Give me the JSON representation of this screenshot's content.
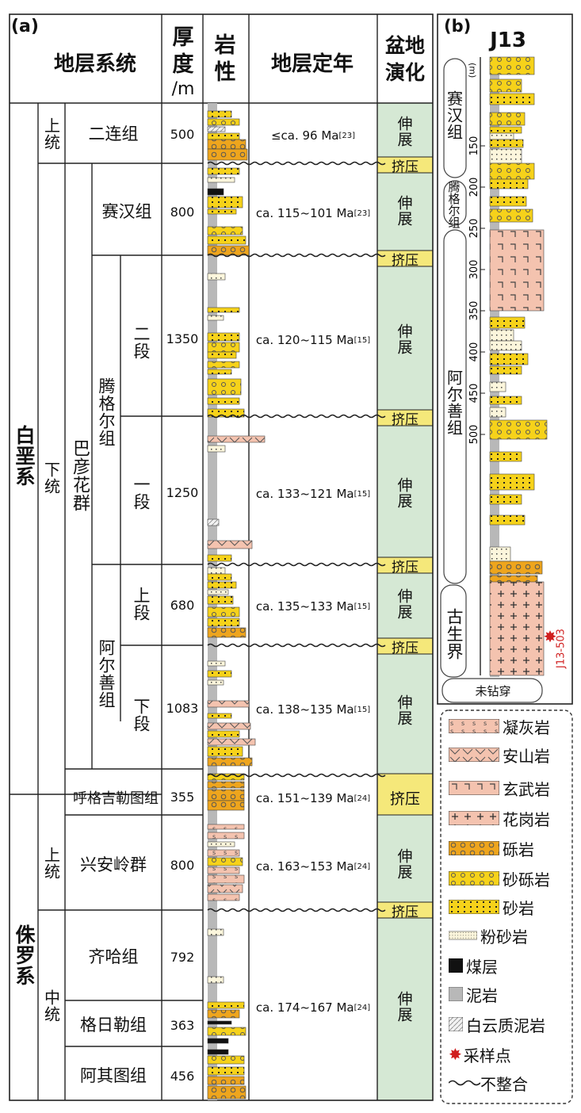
{
  "panel_a": {
    "label": "(a)",
    "headers": {
      "strat_system": "地层系统",
      "thickness_1": "厚",
      "thickness_2": "度",
      "thickness_3": "/m",
      "lithology_1": "岩",
      "lithology_2": "性",
      "age": "地层定年",
      "basin_1": "盆地",
      "basin_2": "演化"
    },
    "systems": [
      "白垩系",
      "侏罗系"
    ],
    "series": [
      "上统",
      "下统",
      "上统",
      "中统"
    ],
    "groups": [
      "巴彦花群"
    ],
    "formations": [
      "二连组",
      "赛汉组",
      "腾格尔组",
      "阿尔善组",
      "呼格吉勒图组",
      "兴安岭群",
      "齐哈组",
      "格日勒组",
      "阿其图组"
    ],
    "members": [
      "二段",
      "一段",
      "上段",
      "下段"
    ],
    "thickness": [
      "500",
      "800",
      "1350",
      "1250",
      "680",
      "1083",
      "355",
      "800",
      "792",
      "363",
      "456"
    ],
    "ages": [
      {
        "text": "≤ca. 96 Ma",
        "ref": "[23]"
      },
      {
        "text": "ca. 115~101 Ma",
        "ref": "[23]"
      },
      {
        "text": "ca. 120~115 Ma",
        "ref": "[15]"
      },
      {
        "text": "ca. 133~121 Ma",
        "ref": "[15]"
      },
      {
        "text": "ca. 135~133 Ma",
        "ref": "[15]"
      },
      {
        "text": "ca. 138~135 Ma",
        "ref": "[15]"
      },
      {
        "text": "ca. 151~139 Ma",
        "ref": "[24]"
      },
      {
        "text": "ca. 163~153 Ma",
        "ref": "[24]"
      },
      {
        "text": "ca. 174~167 Ma",
        "ref": "[24]"
      }
    ],
    "basin": {
      "extension": "伸展",
      "compression": "挤压"
    }
  },
  "panel_b": {
    "label": "(b)",
    "well": "J13",
    "unit": "(m)",
    "depth_ticks": [
      "150",
      "200",
      "250",
      "300",
      "350",
      "400",
      "450",
      "500"
    ],
    "formations": [
      "赛汉组",
      "腾格尔组",
      "阿尔善组",
      "古生界"
    ],
    "not_penetrated": "未钻穿",
    "sample": "J13-503"
  },
  "legend": {
    "items": [
      "凝灰岩",
      "安山岩",
      "玄武岩",
      "花岗岩",
      "砾岩",
      "砂砾岩",
      "砂岩",
      "粉砂岩",
      "煤层",
      "泥岩",
      "白云质泥岩",
      "采样点",
      "不整合"
    ]
  },
  "colors": {
    "green": "#d5e8d4",
    "compress": "#f5e87a",
    "yellow": "#f6d21a",
    "orange": "#eea51d",
    "pink": "#f4c3af",
    "mud": "#b8b8b8",
    "red": "#d01f1f"
  }
}
